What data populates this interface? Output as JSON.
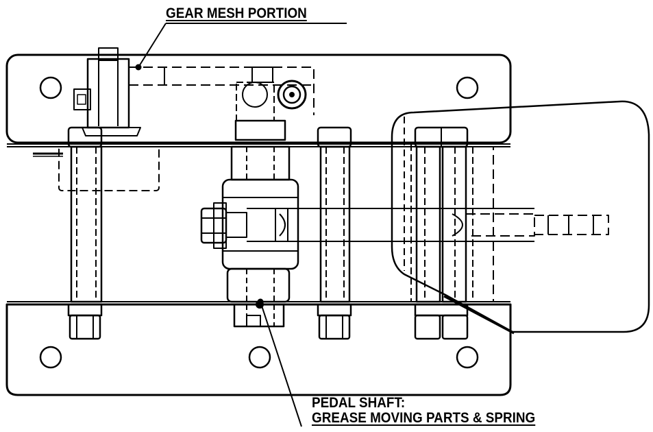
{
  "callouts": {
    "gear_mesh": {
      "text": "GEAR MESH PORTION"
    },
    "pedal_shaft": {
      "line1": "PEDAL SHAFT:",
      "line2": "GREASE MOVING PARTS & SPRING"
    }
  },
  "colors": {
    "line": "#000000",
    "background": "#ffffff"
  }
}
